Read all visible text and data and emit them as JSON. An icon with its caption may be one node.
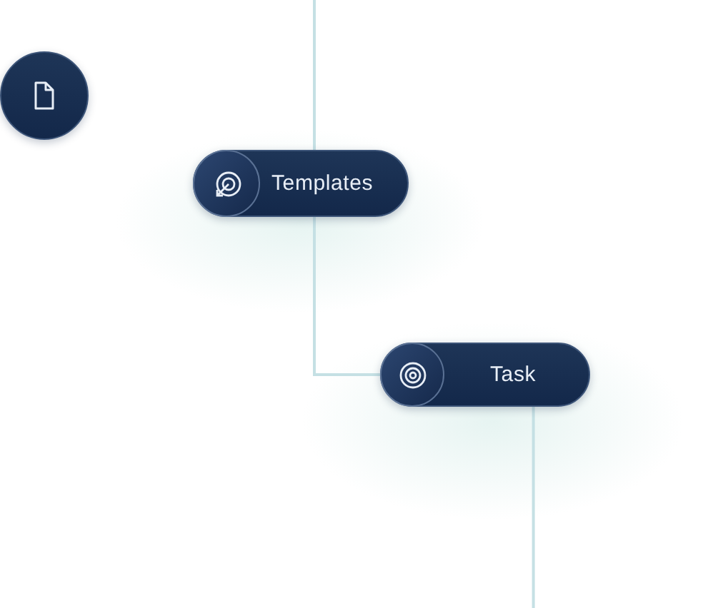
{
  "diagram": {
    "nodes": [
      {
        "text": [],
        "shape": "circle"
      },
      {
        "text": [
          "Templates"
        ]
      },
      {
        "text": [
          "Task"
        ]
      }
    ],
    "edges": [
      {
        "from": null,
        "to": 2,
        "arrow": "none"
      },
      {
        "from": 2,
        "to": null,
        "arrow": "none"
      }
    ]
  }
}
